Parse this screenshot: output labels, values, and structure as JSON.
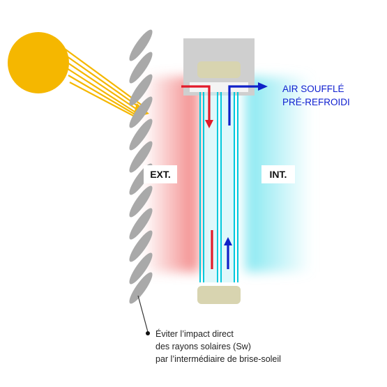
{
  "labels": {
    "ext": "EXT.",
    "int": "INT.",
    "air_line1": "AIR SOUFFLÉ",
    "air_line2": "PRÉ-REFROIDI",
    "note_line1": "Éviter l’impact direct",
    "note_line2": "des rayons solaires (Sw)",
    "note_line3": "par l’intermédiaire de brise-soleil"
  },
  "colors": {
    "sun": "#f5b700",
    "sun_rays": "#f5b700",
    "louvers": "#a9a9a9",
    "exterior_glow": "#f07070",
    "interior_glow": "#7ee6f0",
    "glass_edge": "#00c8dc",
    "frame": "#cfcfcf",
    "frame_inner": "#d8d4b0",
    "hot_air": "#e21b2a",
    "cool_air": "#1021c8",
    "air_text": "#1020d0"
  }
}
